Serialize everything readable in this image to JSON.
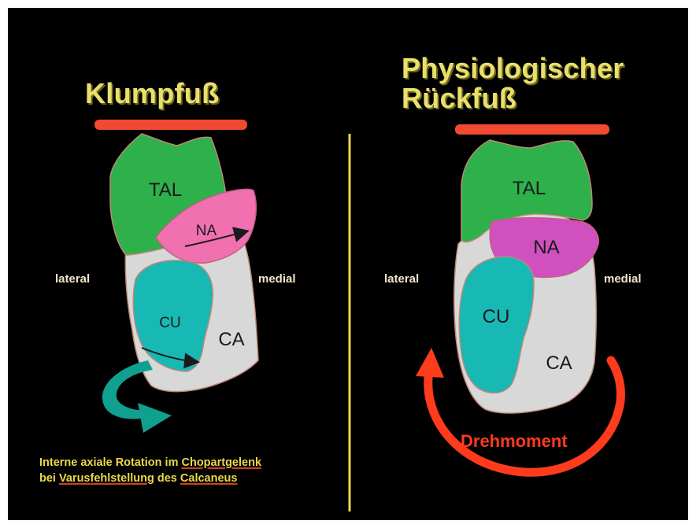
{
  "left_panel": {
    "title": "Klumpfuß",
    "label_lateral": "lateral",
    "label_medial": "medial",
    "bones": {
      "talus": "TAL",
      "navicular": "NA",
      "cuboid": "CU",
      "calcaneus": "CA"
    },
    "caption": {
      "line1_prefix": "Interne axiale Rotation im ",
      "line1_link": "Chopartgelenk",
      "line2_prefix": "bei ",
      "line2_link1": "Varusfehlstellung",
      "line2_mid": " des ",
      "line2_link2": "Calcaneus"
    }
  },
  "right_panel": {
    "title_line1": "Physiologischer",
    "title_line2": "Rückfuß",
    "label_lateral": "lateral",
    "label_medial": "medial",
    "bones": {
      "talus": "TAL",
      "navicular": "NA",
      "cuboid": "CU",
      "calcaneus": "CA"
    },
    "moment_label": "Drehmoment"
  },
  "colors": {
    "background": "#000000",
    "title": "#e8e06a",
    "bar": "#f04a30",
    "talus": "#2eb04a",
    "navicular_left": "#f070b0",
    "navicular_right": "#d050c0",
    "cuboid": "#18b8b4",
    "calcaneus": "#d8d8d8",
    "rotation_arrow": "#10a090",
    "moment_arrow": "#ff3b1e",
    "divider": "#e8d84a"
  }
}
